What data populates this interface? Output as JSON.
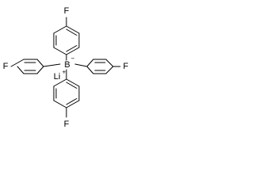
{
  "molecule": {
    "center_atom": "B",
    "center_charge": "−",
    "counter_ion": "Li",
    "counter_ion_charge": "+",
    "substituent_atom": "F",
    "ring_count": 4
  }
}
